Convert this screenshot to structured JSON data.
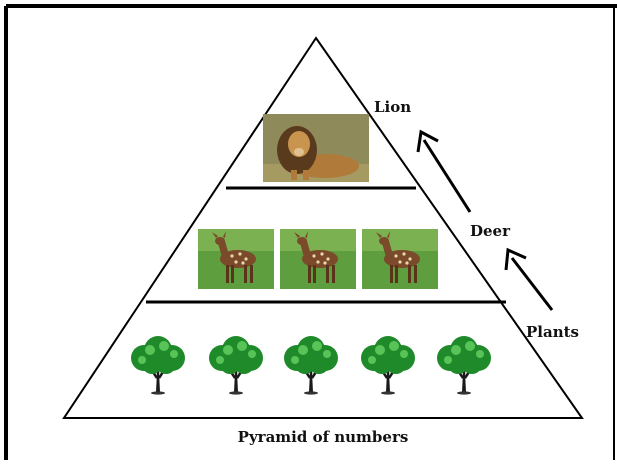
{
  "diagram": {
    "caption": "Pyramid of numbers",
    "levels": [
      {
        "label": "Lion",
        "organism": "lion",
        "count": 1
      },
      {
        "label": "Deer",
        "organism": "deer",
        "count": 3
      },
      {
        "label": "Plants",
        "organism": "tree",
        "count": 5
      }
    ],
    "colors": {
      "frame": "#000000",
      "lion_bg": "#8f8a5a",
      "lion_fur": "#b07a3a",
      "lion_mane": "#5a3a1c",
      "grass": "#5e9e3e",
      "deer_body": "#7a4a2a",
      "deer_spots": "#e8d8b0",
      "tree_leaf": "#1f8a2a",
      "tree_leaf_light": "#58c458",
      "trunk": "#1a1a1a"
    }
  }
}
